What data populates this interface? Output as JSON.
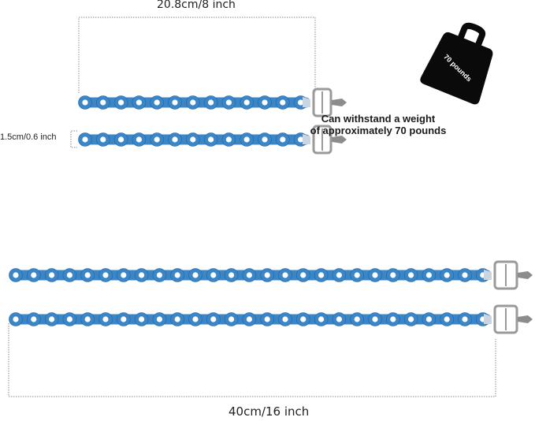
{
  "dimensions": {
    "short_length": "20.8cm/8 inch",
    "width": "1.5cm/0.6 inch",
    "long_length": "40cm/16 inch"
  },
  "weight_icon": {
    "icon": "kettlebell-weight-icon",
    "text": "70 pounds",
    "color": "#0a0a0a"
  },
  "caption": {
    "line1": "Can withstand a weight",
    "line2": "of approximately 70 pounds"
  },
  "colors": {
    "strap": "#3a86c6",
    "strap_dark": "#2563a3",
    "buckle": "#9a9a9a",
    "dimension_line": "#8a8a8a"
  }
}
